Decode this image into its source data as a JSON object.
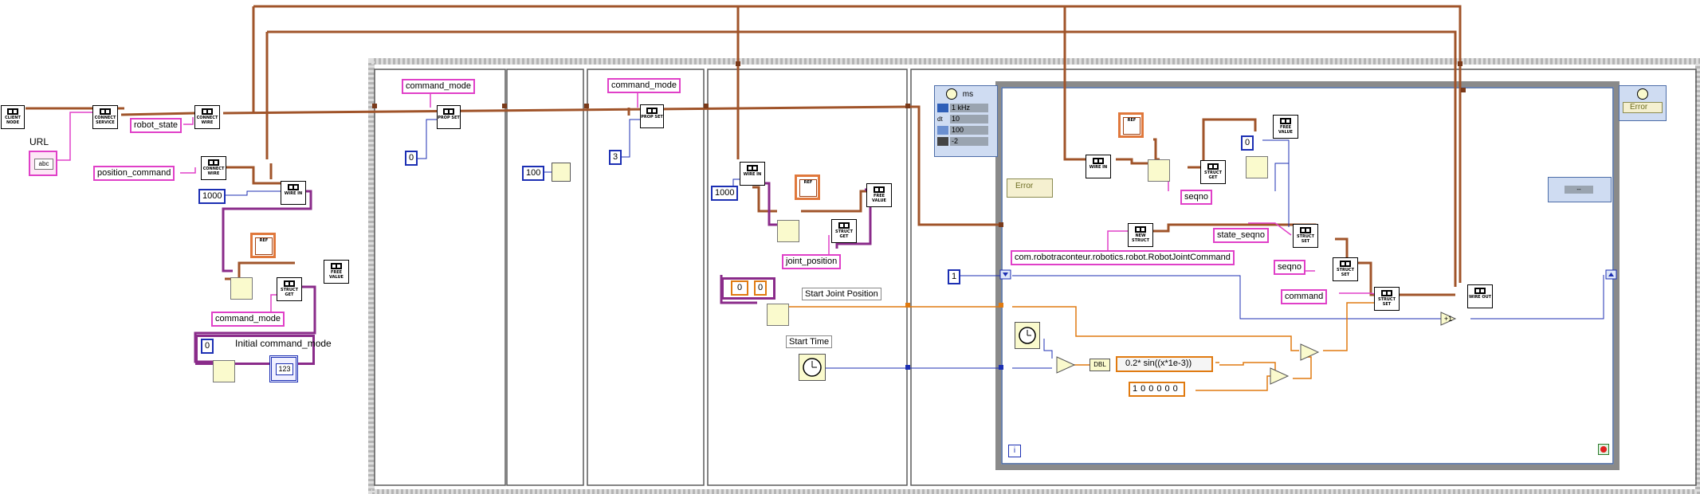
{
  "nodes": {
    "client_node": "CLIENT NODE",
    "connect_service": "CONNECT SERVICE",
    "connect_wire": "CONNECT WIRE",
    "wire_in": "WIRE IN",
    "wire_out": "WIRE OUT",
    "struct_get": "STRUCT GET",
    "struct_set": "STRUCT SET",
    "free_value": "FREE VALUE",
    "prop_set": "PROP SET",
    "new_struct": "NEW STRUCT",
    "ref": "REF"
  },
  "labels": {
    "url": "URL",
    "url_value": "abc",
    "robot_state": "robot_state",
    "position_command": "position_command",
    "command_mode_1": "command_mode",
    "command_mode_2": "command_mode",
    "command_mode_3": "command_mode",
    "joint_position": "joint_position",
    "start_joint_position": "Start Joint Position",
    "start_time": "Start Time",
    "initial_command_mode": "Initial command_mode",
    "indicator_value": "123",
    "seqno_1": "seqno",
    "seqno_2": "seqno",
    "state_seqno": "state_seqno",
    "command": "command",
    "struct_type": "com.robotraconteur.robotics.robot.RobotJointCommand",
    "formula": "0.2* sin((x*1e-3))",
    "large_const": "100000",
    "dbl": "DBL",
    "error_1": "Error",
    "error_2": "Error",
    "loop_i": "i",
    "array_ind": "--"
  },
  "constants": {
    "c1000a": "1000",
    "c1000b": "1000",
    "c0a": "0",
    "c0b": "0",
    "c0c": "0",
    "c3": "3",
    "c100": "100",
    "c1": "1",
    "arr0a": "0",
    "arr0b": "0"
  },
  "timed_loop": {
    "unit": "ms",
    "rows": [
      {
        "icon": "clock-icon",
        "value": "1 kHz"
      },
      {
        "icon": "dt-icon",
        "label": "dt",
        "value": "10"
      },
      {
        "icon": "offset-icon",
        "value": "100"
      },
      {
        "icon": "priority-icon",
        "value": "-2"
      }
    ]
  },
  "colors": {
    "wire_refnum": "#a0542a",
    "wire_string": "#e040c8",
    "wire_int": "#1c2fb3",
    "wire_dbl": "#e07a10",
    "wire_cluster": "#8a2b8a",
    "frame": "#9a9a9a",
    "while_loop": "#7a7a7a"
  }
}
